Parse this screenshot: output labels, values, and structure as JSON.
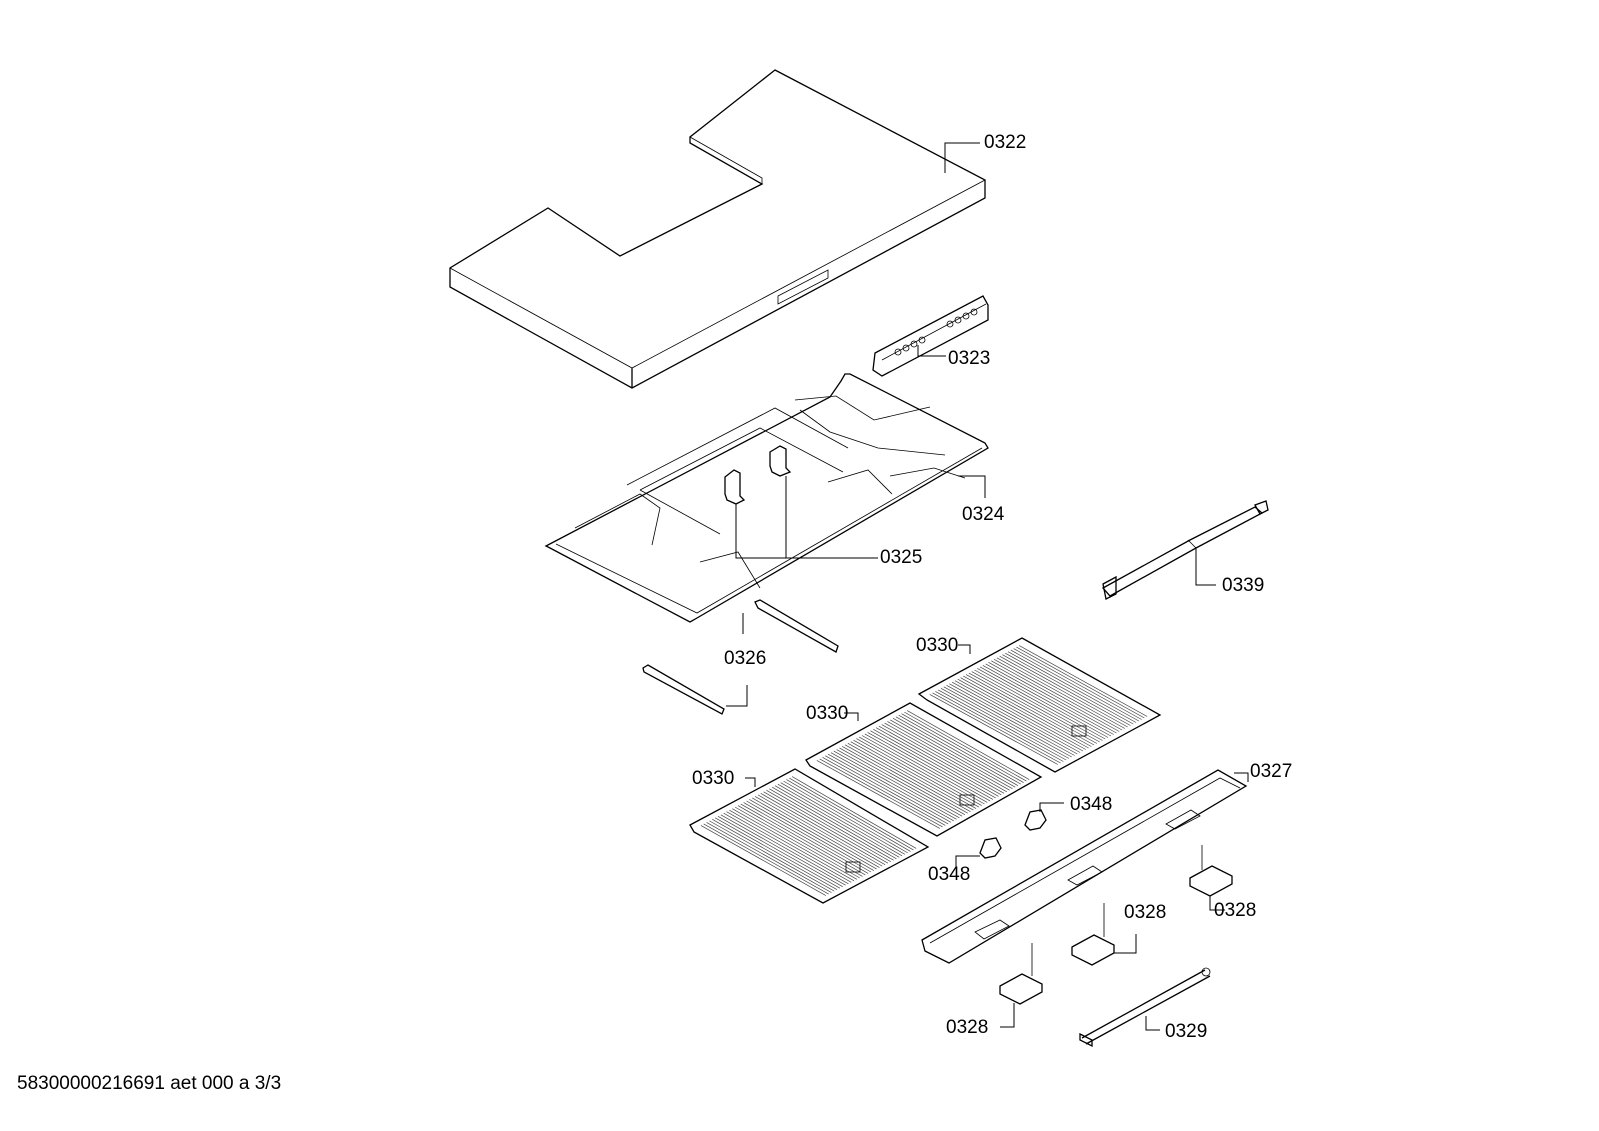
{
  "diagram": {
    "type": "exploded-parts-diagram",
    "footer": "58300000216691 aet 000 a 3/3",
    "parts": [
      {
        "id": "cover",
        "label": "0322"
      },
      {
        "id": "control-module",
        "label": "0323"
      },
      {
        "id": "housing",
        "label": "0324"
      },
      {
        "id": "bracket",
        "label": "0325"
      },
      {
        "id": "rail",
        "label": "0326"
      },
      {
        "id": "light-panel",
        "label": "0327"
      },
      {
        "id": "lamp-left",
        "label": "0328"
      },
      {
        "id": "lamp-middle",
        "label": "0328"
      },
      {
        "id": "lamp-right",
        "label": "0328"
      },
      {
        "id": "cable-harness",
        "label": "0329"
      },
      {
        "id": "grease-filter-back",
        "label": "0330"
      },
      {
        "id": "grease-filter-middle",
        "label": "0330"
      },
      {
        "id": "grease-filter-front",
        "label": "0330"
      },
      {
        "id": "ribbon-cable",
        "label": "0339"
      },
      {
        "id": "clip-upper",
        "label": "0348"
      },
      {
        "id": "clip-lower",
        "label": "0348"
      }
    ]
  }
}
